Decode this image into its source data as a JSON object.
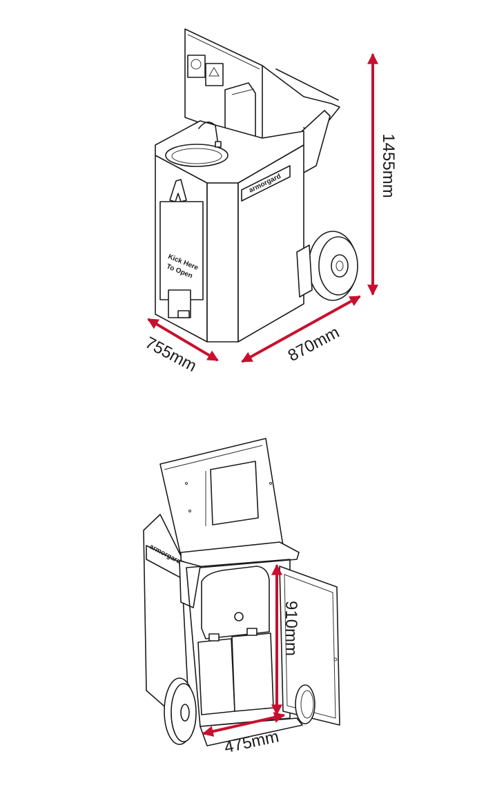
{
  "colors": {
    "dimension": "#c8102e",
    "outline": "#1a1a1a"
  },
  "top_unit": {
    "sign_text_line1": "Kick Here",
    "sign_text_line2": "To Open",
    "brand_label": "armorgard",
    "dimensions": {
      "height": "1455mm",
      "depth": "870mm",
      "width": "755mm"
    }
  },
  "bottom_unit": {
    "brand_label": "armorgard",
    "dimensions": {
      "inner_height": "910mm",
      "inner_width": "475mm"
    }
  }
}
